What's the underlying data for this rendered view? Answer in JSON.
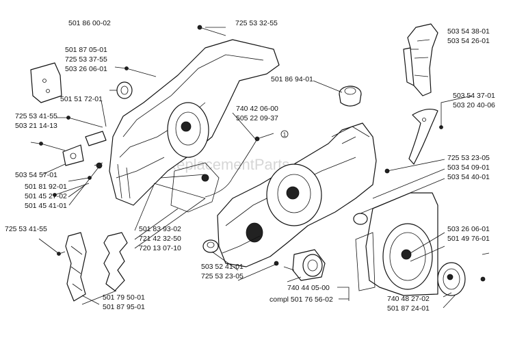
{
  "watermark": "eReplacementParts.com",
  "marker": "1",
  "labels": {
    "l01": "501 86 00-02",
    "l02": "725 53 32-55",
    "l03": "503 54 38-01",
    "l04": "503 54 26-01",
    "l05": "501 87 05-01",
    "l06": "725 53 37-55",
    "l07": "503 26 06-01",
    "l08": "501 86 94-01",
    "l09": "501 51 72-01",
    "l10": "503 54 37-01",
    "l11": "503 20 40-06",
    "l12": "740 42 06-00",
    "l13": "505 22 09-37",
    "l14": "725 53 41-55",
    "l15": "503 21 14-13",
    "l16": "725 53 23-05",
    "l17": "503 54 09-01",
    "l18": "503 54 57-01",
    "l19": "503 54 40-01",
    "l20": "501 81 92-01",
    "l21": "501 45 27-02",
    "l22": "501 45 41-01",
    "l23": "501 83 93-02",
    "l24": "721 42 32-50",
    "l25": "720 13 07-10",
    "l26": "725 53 41-55",
    "l27": "503 26 06-01",
    "l28": "501 49 76-01",
    "l29": "503 52 41-01",
    "l30": "725 53 23-05",
    "l31": "740 44 05-00",
    "l32": "compl 501 76 56-02",
    "l33": "740 48 27-02",
    "l34": "501 87 24-01",
    "l35": "501 79 50-01",
    "l36": "501 87 95-01"
  }
}
